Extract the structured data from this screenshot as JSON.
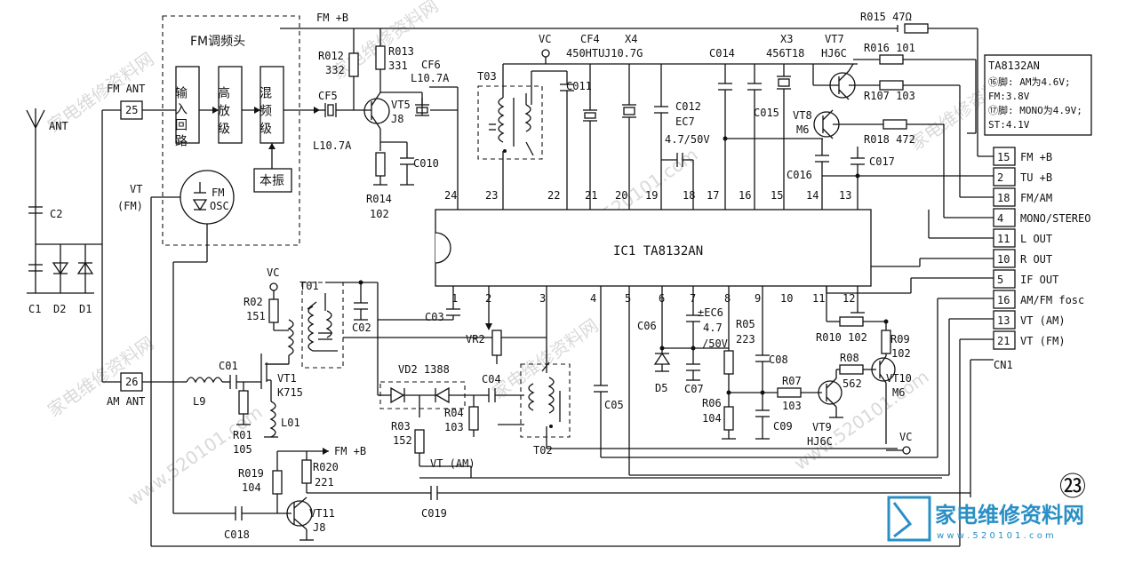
{
  "blocks": {
    "fm_head_title": "FM调频头",
    "input_loop": "输入回路",
    "hf_amp": "高放级",
    "mixer": "混频级",
    "local_osc": "本振",
    "fm_osc_1": "FM",
    "fm_osc_2": "OSC"
  },
  "ic": {
    "label": "IC1 TA8132AN",
    "top_pins": [
      "24",
      "23",
      "22",
      "21",
      "20",
      "19",
      "18",
      "17",
      "16",
      "15",
      "14",
      "13"
    ],
    "bottom_pins": [
      "1",
      "2",
      "3",
      "4",
      "5",
      "6",
      "7",
      "8",
      "9",
      "10",
      "11",
      "12"
    ]
  },
  "connector": {
    "name": "CN1",
    "pins": [
      {
        "num": "15",
        "label": "FM +B"
      },
      {
        "num": "2",
        "label": "TU +B"
      },
      {
        "num": "18",
        "label": "FM/AM"
      },
      {
        "num": "4",
        "label": "MONO/STEREO"
      },
      {
        "num": "11",
        "label": "L OUT"
      },
      {
        "num": "10",
        "label": "R OUT"
      },
      {
        "num": "5",
        "label": "IF OUT"
      },
      {
        "num": "16",
        "label": "AM/FM fosc"
      },
      {
        "num": "13",
        "label": "VT (AM)"
      },
      {
        "num": "21",
        "label": "VT (FM)"
      }
    ]
  },
  "note": {
    "title": "TA8132AN",
    "line1": "⑯脚: AM为4.6V;",
    "line2": "FM:3.8V",
    "line3": "⑰脚: MONO为4.9V;",
    "line4": "ST:4.1V"
  },
  "labels": {
    "ant": "ANT",
    "fm_ant": "FM ANT",
    "am_ant": "AM ANT",
    "pin25": "25",
    "pin26": "26",
    "vt_fm_1": "VT",
    "vt_fm_2": "(FM)",
    "vt_am": "VT (AM)",
    "fm_b_top": "FM +B",
    "fm_b_bottom": "FM +B",
    "vc_top": "VC",
    "vc_am": "VC",
    "vc_right": "VC",
    "c2": "C2",
    "c1": "C1",
    "d2": "D2",
    "d1": "D1",
    "r012": "R012",
    "r012v": "332",
    "r013": "R013",
    "r013v": "331",
    "vt5": "VT5",
    "vt5t": "J8",
    "cf5": "CF5",
    "cf5v": "L10.7A",
    "cf6": "CF6",
    "cf6v": "L10.7A",
    "r014": "R014",
    "r014v": "102",
    "c010": "C010",
    "t03": "T03",
    "c011": "C011",
    "cf4": "CF4",
    "cf4v": "450HTU",
    "x4": "X4",
    "x4v": "J10.7G",
    "c012": "C012",
    "ec7": "EC7",
    "ec7v": "4.7/50V",
    "c014": "C014",
    "x3": "X3",
    "x3v": "456T18",
    "c015": "C015",
    "vt7": "VT7",
    "vt7t": "HJ6C",
    "vt8": "VT8",
    "vt8t": "M6",
    "r015": "R015 47Ω",
    "r016": "R016 101",
    "r107": "R107 103",
    "r018": "R018 472",
    "c016": "C016",
    "c017": "C017",
    "r02": "R02",
    "r02v": "151",
    "t01": "T01",
    "c02": "C02",
    "c03": "C03",
    "vr2": "VR2",
    "c01": "C01",
    "l9": "L9",
    "vt1": "VT1",
    "vt1t": "K715",
    "l01": "L01",
    "r01": "R01",
    "r01v": "105",
    "vd2": "VD2 1388",
    "r03": "R03",
    "r03v": "152",
    "r04": "R04",
    "r04v": "103",
    "c04": "C04",
    "t02": "T02",
    "c05": "C05",
    "c06": "C06",
    "d5": "D5",
    "c07": "C07",
    "ec6": "±EC6",
    "ec6v1": "4.7",
    "ec6v2": "/50V",
    "r05": "R05",
    "r05v": "223",
    "r06": "R06",
    "r06v": "104",
    "c08": "C08",
    "c09": "C09",
    "r07": "R07",
    "r07v": "103",
    "vt9": "VT9",
    "vt9t": "HJ6C",
    "r08": "R08",
    "r08v": "562",
    "vt10": "VT10",
    "vt10t": "M6",
    "r010": "R010 102",
    "r09": "R09",
    "r09v": "102",
    "r019": "R019",
    "r019v": "104",
    "r020": "R020",
    "r020v": "221",
    "c018": "C018",
    "vt11": "VT11",
    "vt11t": "J8",
    "c019": "C019",
    "fig_num": "㉓"
  },
  "watermark": {
    "text_cn": "家电维修资料网",
    "url": "www.520101.com",
    "logo_name": "家电维修资料网",
    "logo_url": "w w w . 5 2 0 1 0 1 . c o m"
  }
}
